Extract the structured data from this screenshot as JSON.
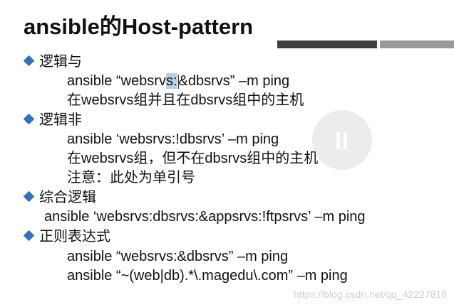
{
  "title": "ansible的Host-pattern",
  "sections": [
    {
      "heading": "逻辑与",
      "lines": [
        {
          "pre": "ansible “websrv",
          "hl": "s:",
          "post": "&dbsrvs” –m ping"
        },
        {
          "text": "在websrvs组并且在dbsrvs组中的主机"
        }
      ]
    },
    {
      "heading": "逻辑非",
      "lines": [
        {
          "text": "ansible ‘websrvs:!dbsrvs’ –m ping"
        },
        {
          "text": "在websrvs组，但不在dbsrvs组中的主机"
        },
        {
          "text": "注意：此处为单引号"
        }
      ]
    },
    {
      "heading": "综合逻辑",
      "lines": [
        {
          "text": "ansible ‘websrvs:dbsrvs:&appsrvs:!ftpsrvs’ –m ping"
        }
      ]
    },
    {
      "heading": "正则表达式",
      "lines": [
        {
          "text": "ansible “websrvs:&dbsrvs” –m ping"
        },
        {
          "text": "ansible “~(web|db).*\\.magedu\\.com” –m ping"
        }
      ]
    }
  ],
  "watermark": "https://blog.csdn.net/qq_42227818",
  "colors": {
    "bullet": "#3a6fb5",
    "bar_dark": "#3f3f3f",
    "bar_light": "#9a9a9a"
  }
}
